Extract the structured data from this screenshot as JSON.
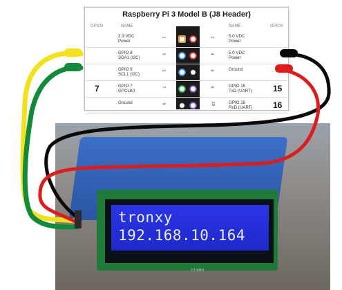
{
  "header": {
    "title": "Raspberry Pi 3 Model B (J8 Header)",
    "left_col_gpio": "GPIO#",
    "left_col_name": "NAME",
    "right_col_name": "NAME",
    "right_col_gpio": "GPIO#"
  },
  "rows": [
    {
      "left_name": "3.3 VDC\nPower",
      "left_gpio": "",
      "pin_left": "1",
      "pin_right": "2",
      "right_name": "5.0 VDC\nPower",
      "right_gpio": ""
    },
    {
      "left_name": "GPIO 8\nSDA1 (I2C)",
      "left_gpio": "",
      "pin_left": "3",
      "pin_right": "4",
      "right_name": "5.0 VDC\nPower",
      "right_gpio": ""
    },
    {
      "left_name": "GPIO 9\nSCL1 (I2C)",
      "left_gpio": "",
      "pin_left": "5",
      "pin_right": "6",
      "right_name": "Ground",
      "right_gpio": ""
    },
    {
      "left_name": "GPIO 7\nGPCLK0",
      "left_gpio": "7",
      "pin_left": "7",
      "pin_right": "8",
      "right_name": "GPIO 15\nTxD (UART)",
      "right_gpio": "15"
    },
    {
      "left_name": "Ground",
      "left_gpio": "",
      "pin_left": "9",
      "pin_right": "10",
      "right_name": "GPIO 16\nRxD (UART)",
      "right_gpio": "16"
    }
  ],
  "pin_colors": {
    "left": [
      "#e8902a",
      "#3b8fd8",
      "#3b8fd8",
      "#2fa84a",
      "#222222"
    ],
    "right": [
      "#d8342c",
      "#d8342c",
      "#222222",
      "#7b4fb0",
      "#7b4fb0"
    ]
  },
  "wire_colors": {
    "yellow": "#f3e21b",
    "green": "#118a3c",
    "black": "#0a0a0a",
    "red": "#e01b1b"
  },
  "lcd": {
    "line1": "tronxy",
    "line2": "192.168.10.164",
    "board_label": "RRB 1/2"
  }
}
